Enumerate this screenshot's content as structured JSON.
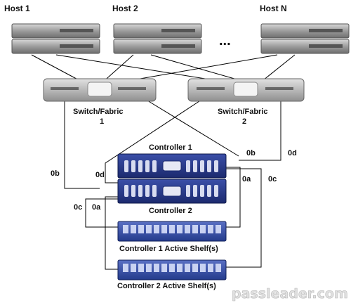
{
  "hosts": {
    "host_1": "Host 1",
    "host_2": "Host 2",
    "host_n": "Host N",
    "ellipsis": "..."
  },
  "switches": {
    "switch_1_line1": "Switch/Fabric",
    "switch_1_line2": "1",
    "switch_2_line1": "Switch/Fabric",
    "switch_2_line2": "2"
  },
  "controllers": {
    "controller_1": "Controller 1",
    "controller_2": "Controller 2"
  },
  "shelves": {
    "shelf_1": "Controller 1 Active Shelf(s)",
    "shelf_2": "Controller 2 Active Shelf(s)"
  },
  "ports": {
    "p0b_left": "0b",
    "p0d_left": "0d",
    "p0c_left": "0c",
    "p0a_left": "0a",
    "p0b_right": "0b",
    "p0d_right": "0d",
    "p0a_right": "0a",
    "p0c_right": "0c"
  },
  "watermark": "passleader.com",
  "colors": {
    "controller_blue": "#2a3c8c",
    "shelf_blue": "#3b53a6",
    "host_grey": "#9a9a9a",
    "switch_grey": "#b5b5b5",
    "line": "#000000"
  }
}
